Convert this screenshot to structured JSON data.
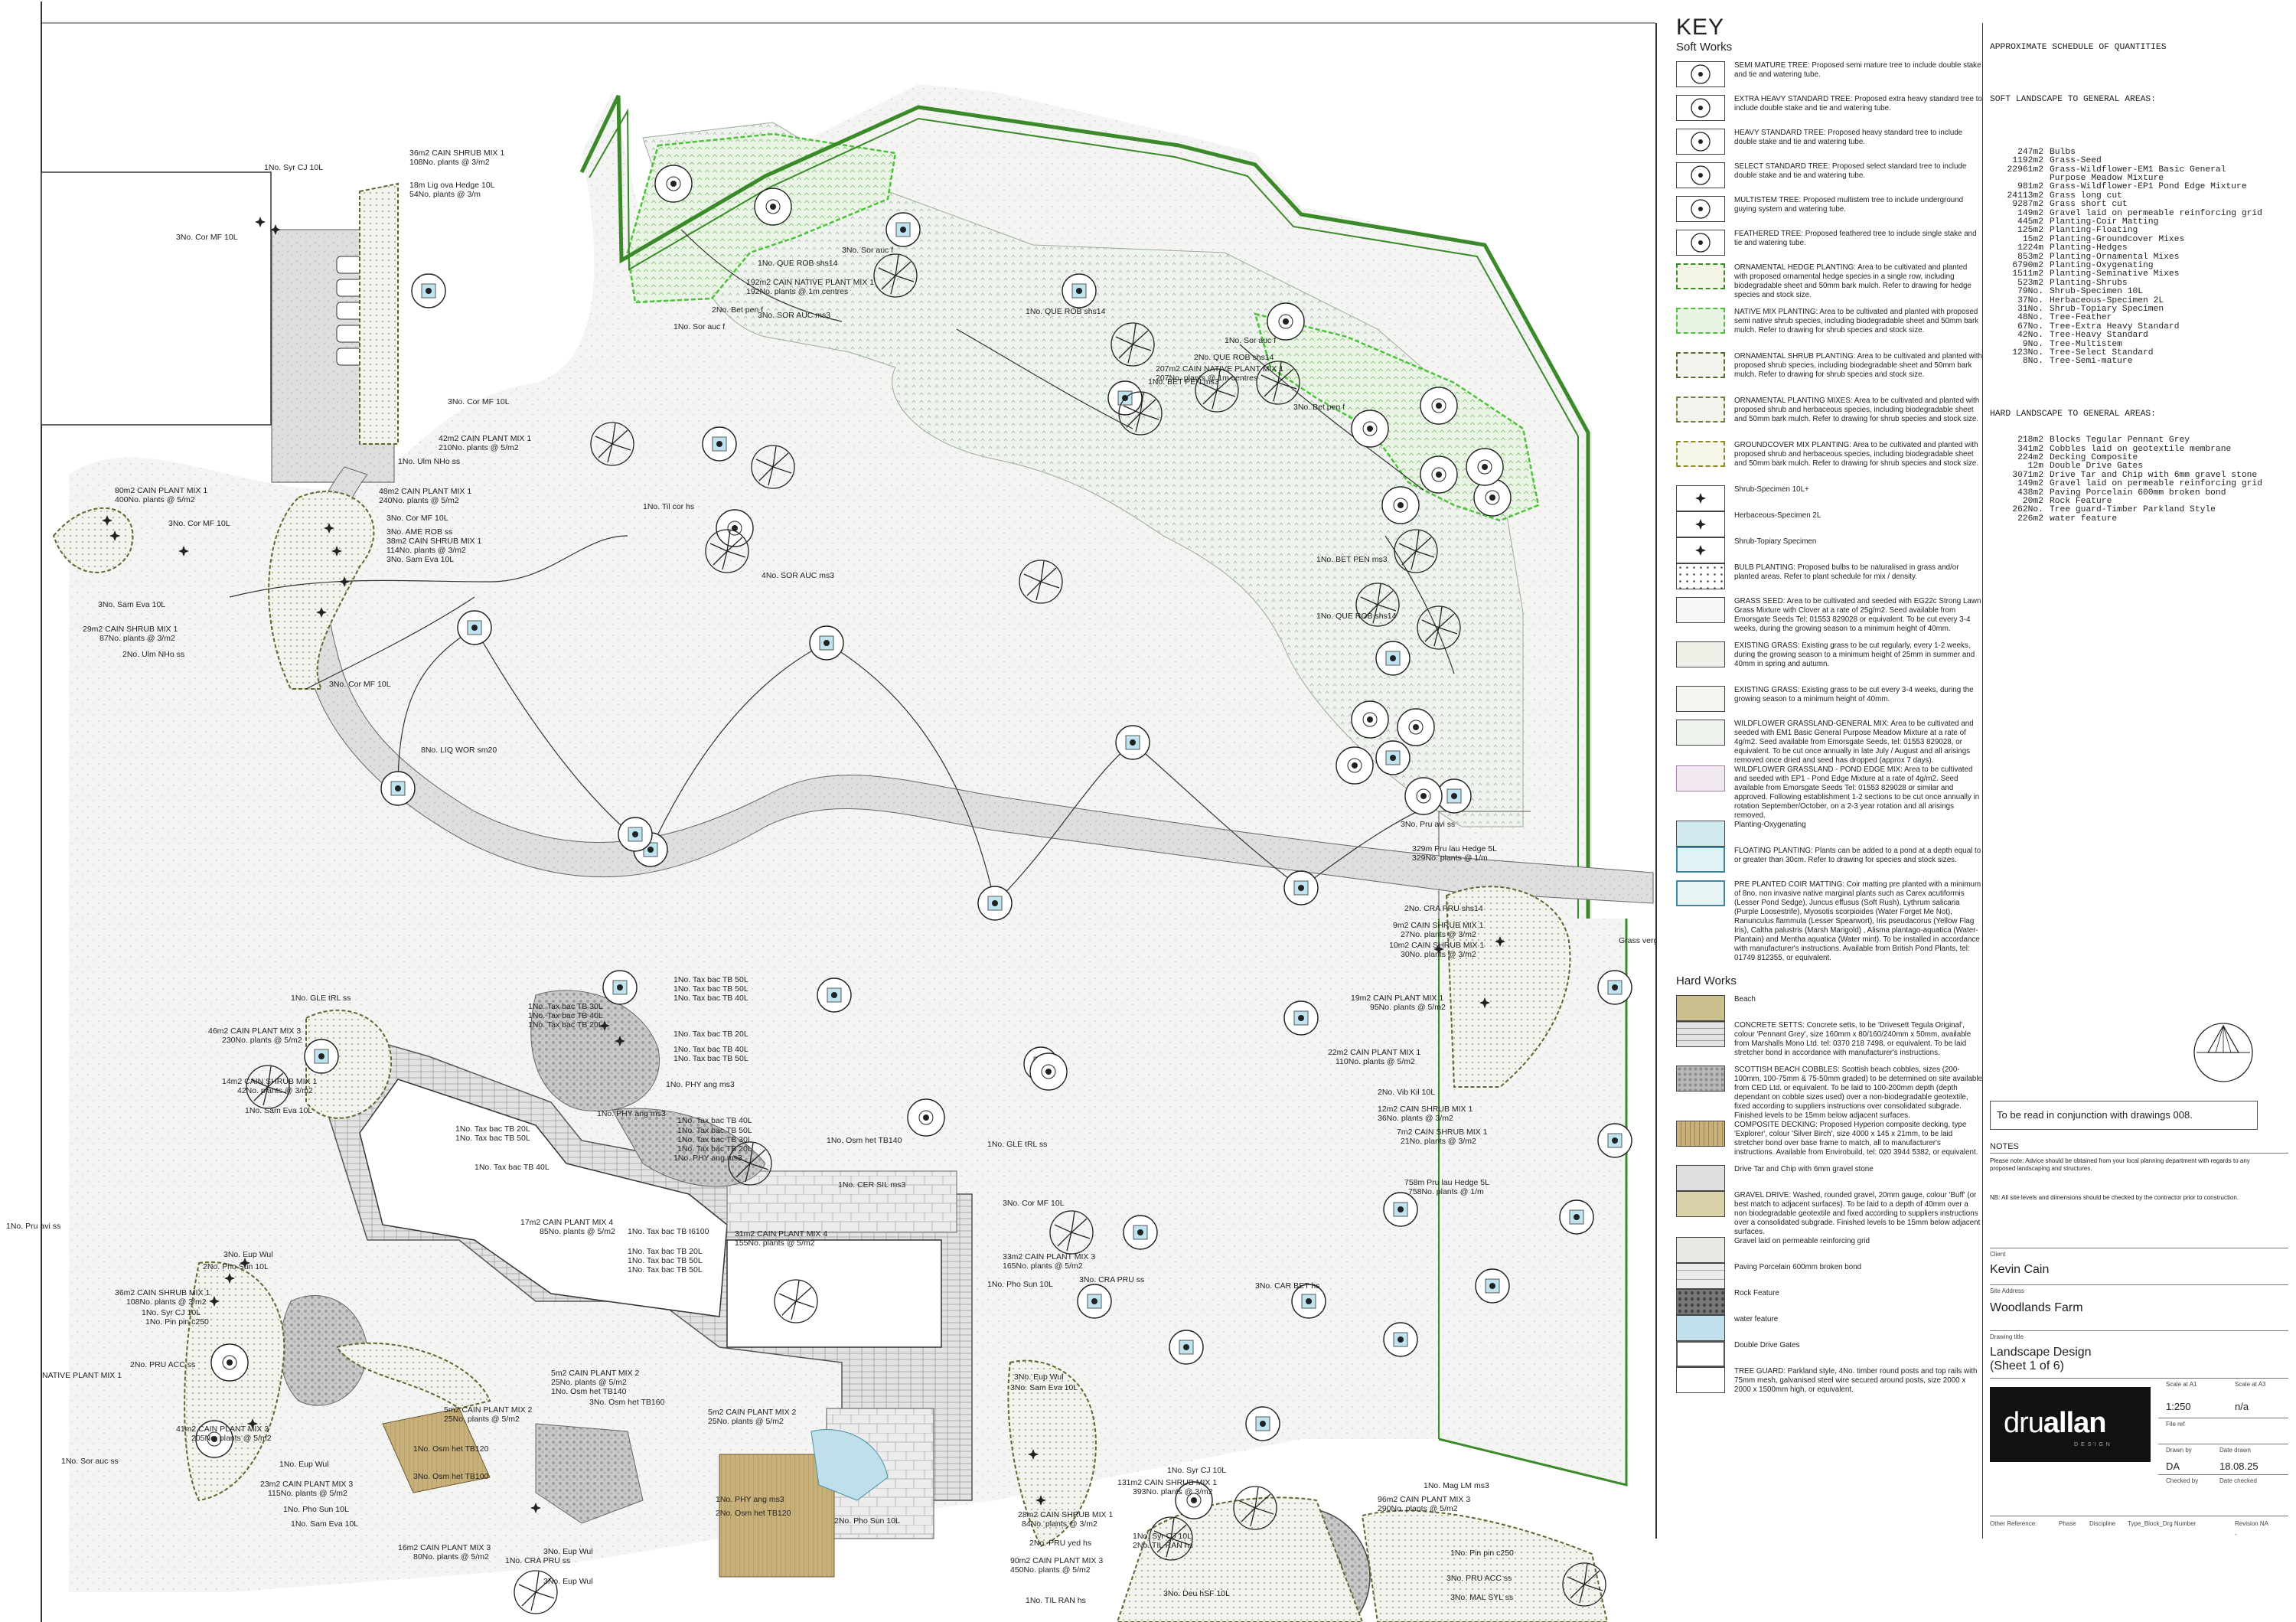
{
  "labels": {
    "l1": "1No. Syr CJ 10L",
    "l2": "36m2 CAIN SHRUB MIX 1",
    "l3": "108No. plants @ 3/m2",
    "l4": "18m Lig ova Hedge 10L",
    "l5": "54No. plants @ 3/m",
    "l6": "3No. Cor MF 10L",
    "l7": "3No. Cor MF 10L",
    "l8": "42m2 CAIN PLANT MIX 1",
    "l9": "210No. plants @ 5/m2",
    "l10": "1No. Ulm NHo ss",
    "l11": "80m2 CAIN PLANT MIX 1",
    "l12": "400No. plants @ 5/m2",
    "l13": "3No. Cor MF 10L",
    "l14": "48m2 CAIN PLANT MIX 1",
    "l15": "240No. plants @ 5/m2",
    "l16": "3No. Cor MF 10L",
    "l17": "3No. AME ROB ss",
    "l18": "38m2 CAIN SHRUB MIX 1",
    "l19": "114No. plants @ 3/m2",
    "l20": "3No. Sam Eva 10L",
    "l21": "3No. Sam Eva 10L",
    "l22": "29m2 CAIN SHRUB MIX 1",
    "l23": "87No. plants @ 3/m2",
    "l24": "2No. Ulm NHo ss",
    "l25": "3No. Cor MF 10L",
    "l26": "8No. LIQ WOR sm20",
    "l27": "1No. Til cor hs",
    "l28": "4No. SOR AUC ms3",
    "l29": "1No. QUE ROB shs14",
    "l30": "192m2 CAIN NATIVE PLANT MIX 1",
    "l31": "192No. plants @ 1m centres",
    "l32": "3No. SOR AUC ms3",
    "l33": "2No. Bet pen f",
    "l34": "1No. Sor auc f",
    "l35": "3No. Sor auc f",
    "l36": "1No. QUE ROB shs14",
    "l37": "1No. Sor auc f",
    "l38": "2No. QUE ROB shs14",
    "l39": "207m2 CAIN NATIVE PLANT MIX 1",
    "l40": "207No. plants @ 1m centres",
    "l41": "1No. BET PEN ms3",
    "l42": "3No. Bet pen f",
    "l43": "1No. BET PEN ms3",
    "l44": "1No. QUE ROB shs14",
    "l45": "3No. Pru avi ss",
    "l46": "329m Pru lau Hedge 5L",
    "l47": "329No. plants @ 1/m",
    "l48": "2No. CRA PRU shs14",
    "l49": "9m2 CAIN SHRUB MIX 1",
    "l50": "27No. plants @ 3/m2",
    "l51": "10m2 CAIN SHRUB MIX 1",
    "l52": "30No. plants @ 3/m2",
    "l53": "Grass verge",
    "l54": "19m2 CAIN PLANT MIX 1",
    "l55": "95No. plants @ 5/m2",
    "l56": "22m2 CAIN PLANT MIX 1",
    "l57": "110No. plants @ 5/m2",
    "l58": "2No. Vib Kil 10L",
    "l59": "12m2 CAIN SHRUB MIX 1",
    "l60": "36No. plants @ 3/m2",
    "l61": "7m2 CAIN SHRUB MIX 1",
    "l62": "21No. plants @ 3/m2",
    "l63": "758m Pru lau Hedge 5L",
    "l64": "758No. plants @ 1/m",
    "l65": "1No. GLE tRL ss",
    "l66": "46m2 CAIN PLANT MIX 3",
    "l67": "230No. plants @ 5/m2",
    "l68": "14m2 CAIN SHRUB MIX 1",
    "l69": "42No. plants @ 3/m2",
    "l70": "1No. Sam Eva 10L",
    "l71": "1No. Tax bac TB 50L",
    "l72": "1No. Tax bac TB 30L",
    "l73": "1No. Tax bac TB 40L",
    "l74": "1No. Tax bac TB 50L",
    "l75": "1No. Tax bac TB 40L",
    "l76": "1No. Tax bac TB 20L",
    "l77": "1No. Tax bac TB 20L",
    "l78": "1No. Tax bac TB 40L",
    "l79": "1No. Tax bac TB 50L",
    "l80": "1No. PHY ang ms3",
    "l81": "1No. PHY ang ms3",
    "l82": "1No. Tax bac TB 20L",
    "l83": "1No. Tax bac TB 50L",
    "l84": "1No. Tax bac TB 40L",
    "l85": "1No. Tax bac TB 50L",
    "l86": "1No. Tax bac TB 30L",
    "l87": "1No. Tax bac TB 20L",
    "l88": "1No. PHY ang ms3",
    "l89": "1No. Tax bac TB 40L",
    "l90": "1No. Osm het TB140",
    "l91": "1No. GLE tRL ss",
    "l92": "1No. CER SIL ms3",
    "l93": "3No. Cor MF 10L",
    "l94": "17m2 CAIN PLANT MIX 4",
    "l95": "85No. plants @ 5/m2",
    "l96": "1No. Tax bac TB t6100",
    "l97": "1No. Tax bac TB 20L",
    "l98": "1No. Tax bac TB 50L",
    "l99": "1No. Tax bac TB 50L",
    "l100": "31m2 CAIN PLANT MIX 4",
    "l101": "155No. plants @ 5/m2",
    "l102": "33m2 CAIN PLANT MIX 3",
    "l103": "165No. plants @ 5/m2",
    "l104": "1No. Pho Sun 10L",
    "l105": "3No. CRA PRU ss",
    "l106": "3No. CAR BET hs",
    "l107": "1No. Pru avi ss",
    "l108": "3No. Eup Wul",
    "l109": "2No. Pho Sun 10L",
    "l110": "36m2 CAIN SHRUB MIX 1",
    "l111": "108No. plants @ 3/m2",
    "l112": "1No. Syr CJ 10L",
    "l113": "1No. Pin pin c250",
    "l114": "2No. PRU ACC ss",
    "l115": "NATIVE PLANT MIX 1",
    "l116": "5m2 CAIN PLANT MIX 2",
    "l117": "25No. plants @ 5/m2",
    "l118": "1No. Osm het TB140",
    "l119": "5m2 CAIN PLANT MIX 2",
    "l120": "25No. plants @ 5/m2",
    "l121": "3No. Osm het TB160",
    "l122": "41m2 CAIN PLANT MIX 3",
    "l123": "205No. plants @ 5/m2",
    "l124": "1No. Eup Wul",
    "l125": "1No. Osm het TB120",
    "l126": "3No. Osm het TB100",
    "l127": "1No. Sor auc ss",
    "l128": "23m2 CAIN PLANT MIX 3",
    "l129": "115No. plants @ 5/m2",
    "l130": "1No. Pho Sun 10L",
    "l131": "1No. Sam Eva 10L",
    "l132": "16m2 CAIN PLANT MIX 3",
    "l133": "80No. plants @ 5/m2",
    "l134": "3No. Eup Wul",
    "l135": "1No. CRA PRU ss",
    "l136": "3No. Eup Wul",
    "l137": "5m2 CAIN PLANT MIX 2",
    "l138": "25No. plants @ 5/m2",
    "l139": "1No. PHY ang ms3",
    "l140": "2No. Osm het TB120",
    "l141": "2No. Pho Sun 10L",
    "l142": "3No. Eup Wul",
    "l143": "3No. Sam Eva 10L",
    "l144": "1No. Syr CJ 10L",
    "l145": "131m2 CAIN SHRUB MIX 1",
    "l146": "393No. plants @ 3/m2",
    "l147": "28m2 CAIN SHRUB MIX 1",
    "l148": "84No. plants @ 3/m2",
    "l149": "2No. PRU yed hs",
    "l150": "90m2 CAIN PLANT MIX 3",
    "l151": "450No. plants @ 5/m2",
    "l152": "1No. Syr CJ 10L",
    "l153": "2No. TIL RAN hs",
    "l154": "1No. Mag LM ms3",
    "l155": "96m2 CAIN PLANT MIX 3",
    "l156": "290No. plants @ 5/m2",
    "l157": "1No. Pin pin c250",
    "l158": "1No. TIL RAN hs",
    "l159": "3No. Deu hSF 10L",
    "l160": "3No. PRU ACC ss",
    "l161": "3No. MAL SYL ss"
  },
  "key": {
    "title": "KEY",
    "soft_heading": "Soft Works",
    "hard_heading": "Hard Works",
    "soft": [
      {
        "icon": "semi-mature-tree-icon",
        "text": "SEMI MATURE TREE: Proposed semi mature tree to include double stake and tie and watering tube."
      },
      {
        "icon": "extra-heavy-tree-icon",
        "text": "EXTRA HEAVY STANDARD TREE: Proposed extra heavy standard tree to include double stake and tie and watering tube."
      },
      {
        "icon": "heavy-tree-icon",
        "text": "HEAVY STANDARD TREE: Proposed heavy standard tree to include double stake and tie and watering tube."
      },
      {
        "icon": "select-tree-icon",
        "text": "SELECT STANDARD TREE: Proposed select standard tree to include double stake and tie and watering tube."
      },
      {
        "icon": "multistem-tree-icon",
        "text": "MULTISTEM TREE: Proposed multistem tree to include underground guying system and watering tube."
      },
      {
        "icon": "feathered-tree-icon",
        "text": "FEATHERED TREE: Proposed feathered tree to include single stake and tie and watering tube."
      },
      {
        "icon": "hedge-planting-swatch",
        "text": "ORNAMENTAL HEDGE PLANTING: Area to be cultivated and planted with proposed ornamental hedge species in a single row, including biodegradable sheet and 50mm bark mulch. Refer to drawing for hedge species and stock size."
      },
      {
        "icon": "native-mix-swatch",
        "text": "NATIVE MIX PLANTING: Area to be cultivated and planted with proposed semi native shrub species, including biodegradable sheet and 50mm bark mulch. Refer to drawing for shrub species and stock size."
      },
      {
        "icon": "shrub-planting-swatch",
        "text": "ORNAMENTAL SHRUB PLANTING: Area to be cultivated and planted with proposed shrub species, including biodegradable sheet and 50mm bark mulch. Refer to drawing for shrub species and stock size."
      },
      {
        "icon": "planting-mixes-swatch",
        "text": "ORNAMENTAL PLANTING MIXES: Area to be cultivated and planted with proposed shrub and herbaceous species, including biodegradable sheet and 50mm bark mulch. Refer to drawing for shrub species and stock size."
      },
      {
        "icon": "groundcover-swatch",
        "text": "GROUNDCOVER MIX PLANTING: Area to be cultivated and planted with proposed shrub and herbaceous species, including biodegradable sheet and 50mm bark mulch. Refer to drawing for shrub species and stock size."
      },
      {
        "icon": "shrub-specimen-icon",
        "text": "Shrub-Specimen 10L+"
      },
      {
        "icon": "herbaceous-specimen-icon",
        "text": "Herbaceous-Specimen 2L"
      },
      {
        "icon": "shrub-topiary-icon",
        "text": "Shrub-Topiary Specimen"
      },
      {
        "icon": "bulb-planting-swatch",
        "text": "BULB PLANTING: Proposed bulbs to be naturalised in grass and/or planted areas. Refer to plant schedule for mix / density."
      },
      {
        "icon": "grass-seed-swatch",
        "text": "GRASS SEED: Area to be cultivated and seeded with EG22c Strong Lawn Grass Mixture with Clover at a rate of 25g/m2. Seed available from Emorsgate Seeds Tel: 01553 829028 or equivalent. To be cut every 3-4 weeks, during the growing season to a minimum height of 40mm."
      },
      {
        "icon": "existing-grass-swatch",
        "text": "EXISTING GRASS: Existing grass to be cut regularly, every 1-2 weeks, during the growing season to a minimum height of 25mm in summer and 40mm in spring and autumn."
      },
      {
        "icon": "existing-grass-long-swatch",
        "text": "EXISTING GRASS: Existing grass to be cut every 3-4 weeks, during the growing season to a minimum height of 40mm."
      },
      {
        "icon": "wildflower-general-swatch",
        "text": "WILDFLOWER GRASSLAND-GENERAL MIX: Area to be cultivated and seeded with EM1 Basic General Purpose Meadow Mixture at a rate of 4g/m2. Seed available from Emorsgate Seeds, tel: 01553 829028, or equivalent. To be cut once annually in late July / August and all arisings removed once dried and seed has dropped (approx 7 days)."
      },
      {
        "icon": "wildflower-pond-swatch",
        "text": "WILDFLOWER GRASSLAND - POND EDGE MIX: Area to be cultivated and seeded with EP1 - Pond Edge Mixture at a rate of 4g/m2. Seed available from Emorsgate Seeds Tel: 01553 829028 or similar and approved. Following establishment 1-2 sections to be cut once annually in rotation September/October, on a 2-3 year rotation and all arisings removed."
      },
      {
        "icon": "oxygenating-swatch",
        "text": "Planting-Oxygenating"
      },
      {
        "icon": "floating-swatch",
        "text": "FLOATING PLANTING: Plants can be added to a pond at a depth equal to or greater than 30cm. Refer to drawing for species and stock sizes."
      },
      {
        "icon": "coir-matting-swatch",
        "text": "PRE PLANTED COIR MATTING: Coir matting pre planted with a minimum of 8no. non invasive native marginal plants such as Carex acutiformis (Lesser Pond Sedge), Juncus effusus (Soft Rush), Lythrum salicaria (Purple Loosestrife), Myosotis scorpioides (Water Forget Me Not), Ranunculus flammula (Lesser Spearwort), Iris pseudacorus (Yellow Flag Iris), Caltha palustris (Marsh Marigold) , Alisma plantago-aquatica (Water-Plantain) and Mentha aquatica (Water mint). To be installed in accordance with manufacturer's instructions. Available from British Pond Plants, tel: 01749 812355, or equivalent."
      }
    ],
    "hard": [
      {
        "icon": "beach-swatch",
        "text": "Beach"
      },
      {
        "icon": "concrete-setts-swatch",
        "text": "CONCRETE SETTS: Concrete setts, to be 'Drivesett Tegula Original', colour 'Pennant Grey', size 160mm x 80/160/240mm x 50mm, available from Marshalls Mono Ltd. tel: 0370 218 7498, or equivalent. To be laid stretcher bond in accordance with manufacturer's instructions."
      },
      {
        "icon": "beach-cobbles-swatch",
        "text": "SCOTTISH BEACH COBBLES: Scottish beach cobbles, sizes (200-100mm, 100-75mm & 75-50mm graded) to be determined on site available from CED Ltd. or equivalent. To be laid to 100-200mm depth (depth dependant on cobble sizes used) over a non-biodegradable geotextile, fixed according to suppliers instructions over consolidated subgrade. Finished levels to be 15mm below adjacent surfaces."
      },
      {
        "icon": "composite-decking-swatch",
        "text": "COMPOSITE DECKING: Proposed Hyperion composite decking, type 'Explorer', colour 'Silver Birch', size 4000 x 145 x 21mm, to be laid stretcher bond over base frame to match, all to manufacturer's instructions. Available from Envirobuild, tel: 020 3944 5382, or equivalent."
      },
      {
        "icon": "drive-tar-swatch",
        "text": "Drive Tar and Chip with 6mm gravel stone"
      },
      {
        "icon": "gravel-drive-swatch",
        "text": "GRAVEL DRIVE: Washed, rounded gravel, 20mm gauge, colour 'Buff' (or best match to adjacent surfaces). To be laid to a depth of 40mm over a non biodegradable geotextile and fixed according to suppliers instructions over a consolidated subgrade. Finished levels to be 15mm below adjacent surfaces."
      },
      {
        "icon": "gravel-grid-swatch",
        "text": "Gravel laid on permeable reinforcing grid"
      },
      {
        "icon": "paving-porcelain-swatch",
        "text": "Paving Porcelain 600mm broken bond"
      },
      {
        "icon": "rock-feature-swatch",
        "text": "Rock Feature"
      },
      {
        "icon": "water-feature-swatch",
        "text": "water feature"
      },
      {
        "icon": "double-drive-gates-swatch",
        "text": "Double Drive Gates"
      },
      {
        "icon": "tree-guard-swatch",
        "text": "TREE GUARD: Parkland style, 4No. timber round posts and top rails with 75mm mesh, galvanised steel wire secured around posts, size 2000 x 2000 x 1500mm high, or equivalent."
      }
    ]
  },
  "schedule": {
    "title": "APPROXIMATE SCHEDULE OF QUANTITIES",
    "soft_heading": "SOFT LANDSCAPE TO GENERAL AREAS:",
    "soft": [
      [
        "247m2",
        "Bulbs"
      ],
      [
        "1192m2",
        "Grass-Seed"
      ],
      [
        "22961m2",
        "Grass-Wildflower-EM1 Basic General"
      ],
      [
        "",
        "Purpose Meadow Mixture"
      ],
      [
        "981m2",
        "Grass-Wildflower-EP1 Pond Edge Mixture"
      ],
      [
        "24113m2",
        "Grass long cut"
      ],
      [
        "9287m2",
        "Grass short cut"
      ],
      [
        "149m2",
        "Gravel laid on permeable reinforcing grid"
      ],
      [
        "445m2",
        "Planting-Coir Matting"
      ],
      [
        "125m2",
        "Planting-Floating"
      ],
      [
        "15m2",
        "Planting-Groundcover Mixes"
      ],
      [
        "1224m",
        "Planting-Hedges"
      ],
      [
        "853m2",
        "Planting-Ornamental Mixes"
      ],
      [
        "6790m2",
        "Planting-Oxygenating"
      ],
      [
        "1511m2",
        "Planting-Seminative Mixes"
      ],
      [
        "523m2",
        "Planting-Shrubs"
      ],
      [
        "79No.",
        "Shrub-Specimen 10L"
      ],
      [
        "37No.",
        "Herbaceous-Specimen 2L"
      ],
      [
        "31No.",
        "Shrub-Topiary Specimen"
      ],
      [
        "48No.",
        "Tree-Feather"
      ],
      [
        "67No.",
        "Tree-Extra Heavy Standard"
      ],
      [
        "42No.",
        "Tree-Heavy Standard"
      ],
      [
        "9No.",
        "Tree-Multistem"
      ],
      [
        "123No.",
        "Tree-Select Standard"
      ],
      [
        "8No.",
        "Tree-Semi-mature"
      ]
    ],
    "hard_heading": "HARD LANDSCAPE TO GENERAL AREAS:",
    "hard": [
      [
        "218m2",
        "Blocks Tegular Pennant Grey"
      ],
      [
        "341m2",
        "Cobbles laid on geotextile membrane"
      ],
      [
        "224m2",
        "Decking Composite"
      ],
      [
        "12m",
        "Double Drive Gates"
      ],
      [
        "3071m2",
        "Drive Tar and Chip with 6mm gravel stone"
      ],
      [
        "149m2",
        "Gravel laid on permeable reinforcing grid"
      ],
      [
        "438m2",
        "Paving Porcelain 600mm broken bond"
      ],
      [
        "20m2",
        "Rock Feature"
      ],
      [
        "262No.",
        "Tree guard-Timber Parkland Style"
      ],
      [
        "226m2",
        "water feature"
      ]
    ]
  },
  "titleblock": {
    "conjunction": "To be read in conjunction with drawings 008.",
    "notes_heading": "NOTES",
    "note1": "Please note: Advice should be obtained from your local planning department with regards to any proposed landscaping and structures.",
    "note2": "NB: All site levels and dimensions should be checked by the contractor prior to construction.",
    "client_caption": "Client",
    "client": "Kevin Cain",
    "site_caption": "Site Address",
    "site": "Woodlands Farm",
    "drawing_caption": "Drawing title",
    "drawing_title_1": "Landscape Design",
    "drawing_title_2": "(Sheet 1 of 6)",
    "logo_light": "dru",
    "logo_bold": "allan",
    "logo_sub": "DESIGN",
    "scale_a1_caption": "Scale at A1",
    "scale_a3_caption": "Scale at A3",
    "scale_a1": "1:250",
    "scale_a3": "n/a",
    "file_ref_caption": "File ref",
    "drawn_caption": "Drawn by",
    "date_caption": "Date drawn",
    "drawn_by": "DA",
    "date_drawn": "18.08.25",
    "checked_caption": "Checked by",
    "date_checked_caption": "Date checked",
    "ref_caption": "Other Reference:",
    "phase_caption": "Phase",
    "discipline_caption": "Discipline",
    "type_caption": "Type_Block_Drg Number",
    "revision_caption": "Revision NA",
    "dash": "-"
  },
  "colors": {
    "hedge_green": "#3a8a2a",
    "native_green": "#4cc23a",
    "water": "#7fc6d8",
    "decking": "#c8b07a",
    "cobbles": "#bdbdbd",
    "setts": "#d6d6d6"
  }
}
